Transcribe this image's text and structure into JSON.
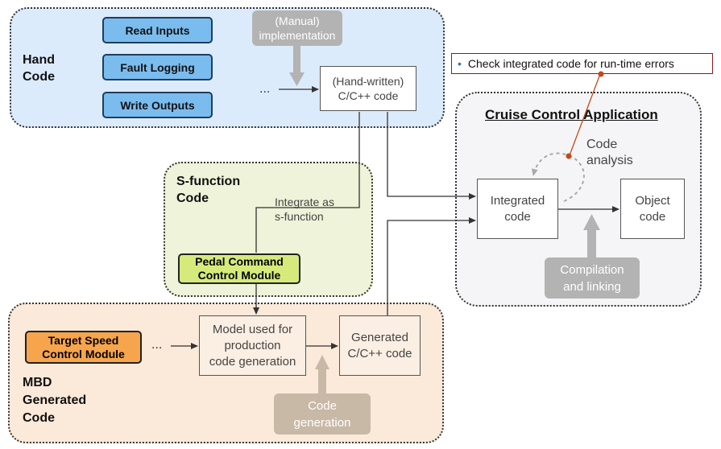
{
  "hand_code": {
    "label_lines": [
      "Hand",
      "Code"
    ],
    "buttons": [
      "Read Inputs",
      "Fault Logging",
      "Write Outputs"
    ],
    "ellipsis": "...",
    "manual_tag_lines": [
      "(Manual)",
      "implementation"
    ],
    "handwritten_box_lines": [
      "(Hand-written)",
      "C/C++ code"
    ]
  },
  "sfunction": {
    "label_lines": [
      "S-function",
      "Code"
    ],
    "integrate_lines": [
      "Integrate as",
      "s-function"
    ],
    "pedal_lines": [
      "Pedal Command",
      "Control Module"
    ]
  },
  "mbd": {
    "label_lines": [
      "MBD",
      "Generated",
      "Code"
    ],
    "target_lines": [
      "Target Speed",
      "Control Module"
    ],
    "ellipsis": "...",
    "model_lines": [
      "Model used for",
      "production",
      "code generation"
    ],
    "generated_lines": [
      "Generated",
      "C/C++ code"
    ],
    "codegen_tag_lines": [
      "Code",
      "generation"
    ]
  },
  "cruise": {
    "title": "Cruise Control Application",
    "integrated_lines": [
      "Integrated",
      "code"
    ],
    "object_lines": [
      "Object",
      "code"
    ],
    "analysis_lines": [
      "Code",
      "analysis"
    ],
    "compile_tag_lines": [
      "Compilation",
      "and linking"
    ]
  },
  "callout": {
    "bullet": "•",
    "text": "Check integrated code for run-time errors"
  },
  "colors": {
    "hand_bg": "#dcebfb",
    "sfunc_bg": "#eef3d9",
    "mbd_bg": "#fbe9d9",
    "cruise_bg": "#f5f5f7",
    "blue_button": "#7bbcef",
    "pedal_fill": "#d6ea7c",
    "target_fill": "#f6a54c",
    "gray_tag": "#b3b3b3",
    "tan_tag": "#c8b9a6",
    "callout_border": "#8b1a1a",
    "callout_line": "#c4491a"
  }
}
